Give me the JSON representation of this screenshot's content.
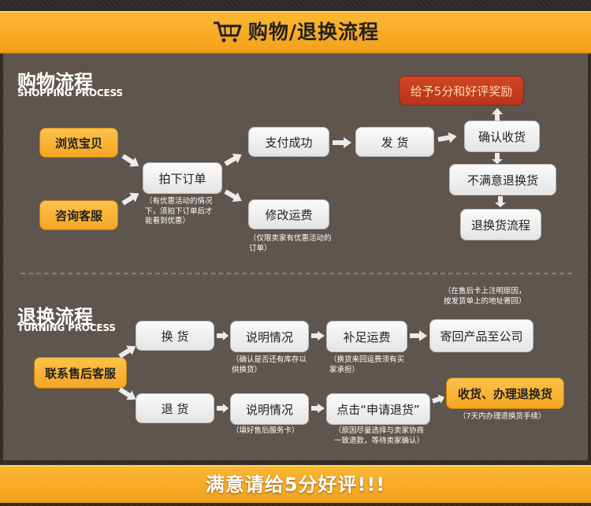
{
  "header": {
    "title": "购物/退换流程"
  },
  "shopping": {
    "title": "购物流程",
    "subtitle": "SHOPPING PROCESS",
    "browse": "浏览宝贝",
    "consult": "咨询客服",
    "place_order": "拍下订单",
    "paid": "支付成功",
    "ship": "发 货",
    "confirm": "确认收货",
    "reward": "给予5分和好评奖励",
    "unsatisfied": "不满意退换货",
    "return_process": "退换货流程",
    "modify_shipping": "修改运费",
    "note_order": "（有优惠活动的情况下，须拍下订单后才能看到优惠）",
    "note_modify": "（仅限卖家有优惠活动的订单）"
  },
  "returns": {
    "title": "退换流程",
    "subtitle": "TURNING PROCESS",
    "contact": "联系售后客服",
    "exchange": "换 货",
    "refund": "退 货",
    "explain_exchange": "说明情况",
    "explain_refund": "说明情况",
    "pay_shipping": "补足运费",
    "send_back": "寄回产品至公司",
    "apply_refund": "点击“申请退货”",
    "receive": "收货、办理退换货",
    "note_exchange": "（确认是否还有库存以供换货）",
    "note_fill_card": "（填好售后服务卡）",
    "note_shipping": "（换货来回运费须有买家承担）",
    "note_send_back": "（在售后卡上注明原因，按发货单上的地址寄回）",
    "note_refund": "（原因尽量选择与卖家协商一致退款，等待卖家确认）",
    "note_receive": "（7天内办理退换货手续）"
  },
  "footer": {
    "text": "满意请给5分好评!!!"
  },
  "colors": {
    "accent": "#f5a623",
    "panel": "#5e554e",
    "reward": "#c0391c",
    "box": "#eeeeee"
  }
}
